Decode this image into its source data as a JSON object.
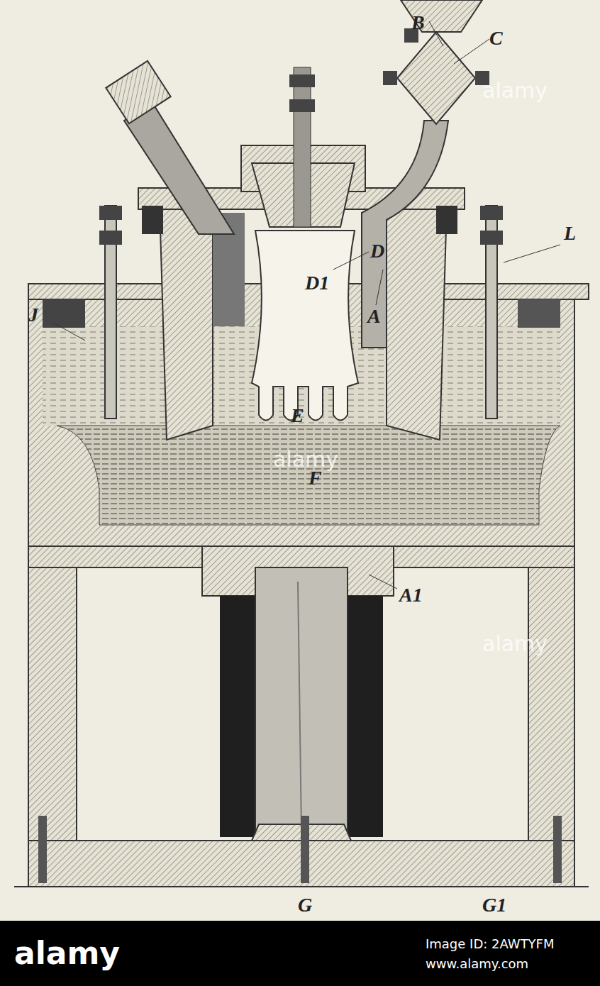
{
  "diagram": {
    "labels": [
      "B",
      "C",
      "D",
      "D1",
      "A",
      "L",
      "J",
      "E",
      "F",
      "A1",
      "G",
      "G1",
      "alamy",
      "alamy",
      "alamy",
      "alamy",
      "Image ID: 2AWTYFM",
      "www.alamy.com"
    ]
  }
}
